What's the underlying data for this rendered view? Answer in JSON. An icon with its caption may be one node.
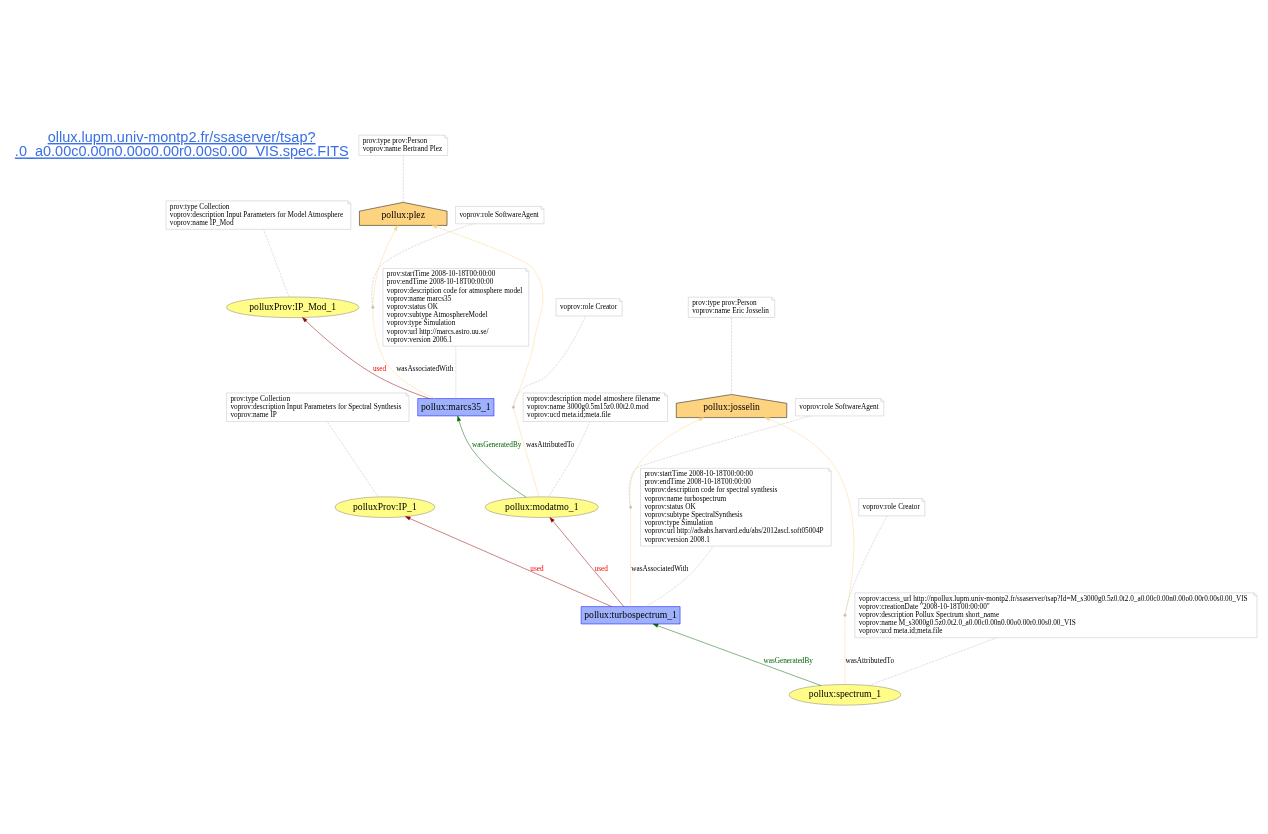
{
  "diagram": {
    "nodes": [
      {
        "text": [
          "pollux:plez"
        ]
      },
      {
        "text": [
          "prov:type prov:Person",
          "voprov:name Bertrand Plez"
        ]
      },
      {
        "text": [
          "polluxProv:IP_Mod_1"
        ]
      },
      {
        "text": [
          "prov:type Collection",
          "voprov:description Input Parameters for Model Atmosphere",
          "voprov:name IP_Mod"
        ]
      },
      {
        "text": [
          "pollux:josselin"
        ]
      },
      {
        "text": [
          "pollux:marcs35_1"
        ]
      },
      {
        "text": [],
        "shape": "circle"
      },
      {
        "text": [
          "voprov:role SoftwareAgent"
        ]
      },
      {
        "text": [],
        "shape": "circle"
      },
      {
        "text": [
          "prov:type prov:Person",
          "voprov:name Eric Josselin"
        ]
      },
      {
        "text": [
          "prov:startTime 2008-10-18T00:00:00",
          "prov:endTime 2008-10-18T00:00:00",
          "voprov:description code for atmosphere model",
          "voprov:name marcs35",
          "voprov:status OK",
          "voprov:subtype AtmosphereModel",
          "voprov:type Simulation",
          "voprov:url http://marcs.astro.uu.se/",
          "voprov:version 2006.1"
        ]
      },
      {
        "text": [
          "polluxProv:IP_1"
        ]
      },
      {
        "text": [
          "pollux:modatmo_1"
        ]
      },
      {
        "text": [
          "voprov:role Creator"
        ]
      },
      {
        "text": [],
        "shape": "circle"
      },
      {
        "text": [
          "voprov:role SoftwareAgent"
        ]
      },
      {
        "text": [
          "prov:type Collection",
          "voprov:description Input Parameters for Spectral Synthesis",
          "voprov:name IP"
        ]
      },
      {
        "text": [
          "pollux:turbospectrum_1"
        ]
      },
      {
        "text": [
          "voprov:description model atmoshere filename",
          "voprov:name 3000g0.5m15z0.00t2.0.mod",
          "voprov:ucd meta.id;meta.file"
        ]
      },
      {
        "text": [],
        "shape": "circle"
      },
      {
        "text": [
          "voprov:role Creator"
        ]
      },
      {
        "text": [
          "prov:startTime 2008-10-18T00:00:00",
          "prov:endTime 2008-10-18T00:00:00",
          "voprov:description code for spectral synthesis",
          "voprov:name turbospectrum",
          "voprov:status OK",
          "voprov:subtype SpectralSynthesis",
          "voprov:type Simulation",
          "voprov:url http://adsabs.harvard.edu/abs/2012ascl.soft05004P",
          "voprov:version 2008.1"
        ]
      },
      {
        "text": [
          "pollux:spectrum_1"
        ]
      },
      {
        "text": [
          "voprov:access_url http://npollux.lupm.univ-montp2.fr/ssaserver/tsap?Id=M_s3000g0.5z0.0t2.0_a0.00c0.00n0.00o0.00r0.00s0.00_VIS",
          "voprov:creationDate \"2008-10-18T00:00:00\"",
          "voprov:description Pollux Spectrum short_name",
          "voprov:name M_s3000g0.5z0.0t2.0_a0.00c0.00n0.00o0.00r0.00s0.00_VIS",
          "voprov:ucd meta.id;meta.file"
        ]
      }
    ],
    "edges": [
      {
        "from": 0,
        "to": 1,
        "arrow": "none",
        "style": "dashed",
        "color": "#c0c0c0"
      },
      {
        "from": 2,
        "to": 3,
        "arrow": "none",
        "style": "dashed",
        "color": "#c0c0c0"
      },
      {
        "from": 5,
        "to": 2,
        "arrow": "to",
        "label": "used",
        "color": "#8b0000"
      },
      {
        "from": 5,
        "to": 6,
        "arrow": "none",
        "label": "wasAssociatedWith",
        "color": "#ffd58a"
      },
      {
        "from": 6,
        "to": 0,
        "arrow": "to",
        "color": "#ffd58a"
      },
      {
        "from": 6,
        "to": 7,
        "arrow": "none",
        "style": "dashed",
        "color": "#c0c0c0"
      },
      {
        "from": 12,
        "to": 5,
        "arrow": "to",
        "label": "wasGeneratedBy",
        "color": "#006400"
      },
      {
        "from": 12,
        "to": 8,
        "arrow": "none",
        "label": "wasAttributedTo",
        "color": "#ffd58a"
      },
      {
        "from": 8,
        "to": 0,
        "arrow": "to",
        "color": "#ffd58a"
      },
      {
        "from": 8,
        "to": 13,
        "arrow": "none",
        "style": "dashed",
        "color": "#c0c0c0"
      },
      {
        "from": 4,
        "to": 9,
        "arrow": "none",
        "style": "dashed",
        "color": "#c0c0c0"
      },
      {
        "from": 5,
        "to": 10,
        "arrow": "none",
        "style": "dashed",
        "color": "#c0c0c0"
      },
      {
        "from": 11,
        "to": 16,
        "arrow": "none",
        "style": "dashed",
        "color": "#c0c0c0"
      },
      {
        "from": 17,
        "to": 11,
        "arrow": "to",
        "label": "used",
        "color": "#8b0000"
      },
      {
        "from": 17,
        "to": 12,
        "arrow": "to",
        "label": "used",
        "color": "#8b0000"
      },
      {
        "from": 17,
        "to": 14,
        "arrow": "none",
        "label": "wasAssociatedWith",
        "color": "#ffd58a"
      },
      {
        "from": 14,
        "to": 4,
        "arrow": "to",
        "color": "#ffd58a"
      },
      {
        "from": 14,
        "to": 15,
        "arrow": "none",
        "style": "dashed",
        "color": "#c0c0c0"
      },
      {
        "from": 12,
        "to": 18,
        "arrow": "none",
        "style": "dashed",
        "color": "#c0c0c0"
      },
      {
        "from": 22,
        "to": 17,
        "arrow": "to",
        "label": "wasGeneratedBy",
        "color": "#006400"
      },
      {
        "from": 22,
        "to": 19,
        "arrow": "none",
        "label": "wasAttributedTo",
        "color": "#ffd58a"
      },
      {
        "from": 19,
        "to": 4,
        "arrow": "to",
        "color": "#ffd58a"
      },
      {
        "from": 19,
        "to": 20,
        "arrow": "none",
        "style": "dashed",
        "color": "#c0c0c0"
      },
      {
        "from": 17,
        "to": 21,
        "arrow": "none",
        "style": "dashed",
        "color": "#c0c0c0"
      },
      {
        "from": 22,
        "to": 23,
        "arrow": "none",
        "style": "dashed",
        "color": "#c0c0c0"
      }
    ],
    "labels": [
      "ollux.lupm.univ-montp2.fr/ssaserver/tsap? .0_a0.00c0.00n0.00o0.00r0.00s0.00_VIS.spec.FITS"
    ]
  }
}
